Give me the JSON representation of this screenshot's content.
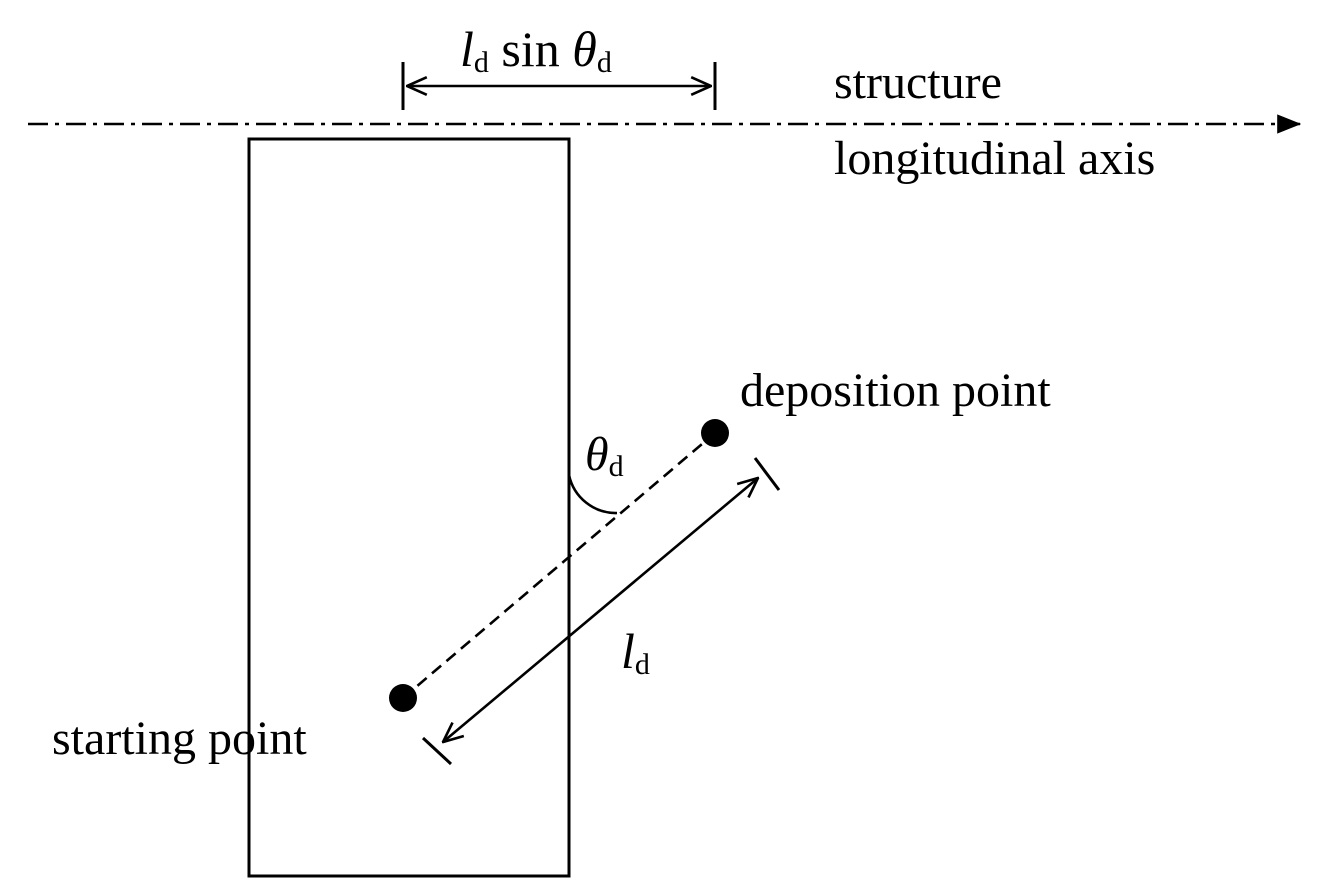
{
  "labels": {
    "axis_line1": "structure",
    "axis_line2": "longitudinal axis",
    "deposition_point": "deposition point",
    "starting_point": "starting point"
  },
  "symbols": {
    "length": "l",
    "length_subscript": "d",
    "sin": " sin ",
    "angle": "θ",
    "angle_subscript": "d"
  }
}
